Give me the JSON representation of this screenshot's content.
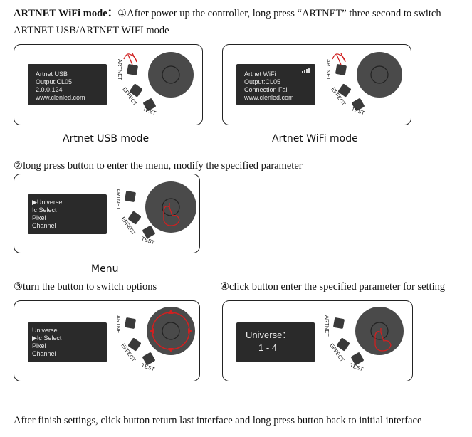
{
  "intro": {
    "heading": "ARTNET WiFi mode：",
    "line1": "①After power up the controller, long press “ARTNET” three second to switch",
    "line2": "ARTNET USB/ARTNET WIFI mode"
  },
  "panels": {
    "usb": {
      "screen_lines": [
        "Artnet USB",
        "Output:CL05",
        "2.0.0.124",
        "www.clenled.com"
      ],
      "caption": "Artnet USB mode"
    },
    "wifi": {
      "screen_lines": [
        "Artnet WiFi",
        "Output:CL05",
        "Connection Fail",
        "www.clenled.com"
      ],
      "caption": "Artnet WiFi mode"
    },
    "menu": {
      "screen_lines": [
        "▶Universe",
        "  Ic Select",
        "  Pixel",
        "  Channel"
      ],
      "caption": "Menu"
    },
    "turn": {
      "screen_lines": [
        "  Universe",
        "▶Ic Select",
        "  Pixel",
        "  Channel"
      ]
    },
    "click": {
      "screen_lines": [
        "Universe：",
        "1 - 4"
      ]
    }
  },
  "buttons": {
    "artnet": "ARTNET",
    "effect": "EFFECT",
    "test": "TEST"
  },
  "steps": {
    "step2": "②long press button to enter the menu, modify the specified parameter",
    "step3": "③turn the button to switch options",
    "step4": "④click button enter the specified parameter for setting"
  },
  "footer": "After finish settings, click button return last interface and long press button back to initial interface"
}
